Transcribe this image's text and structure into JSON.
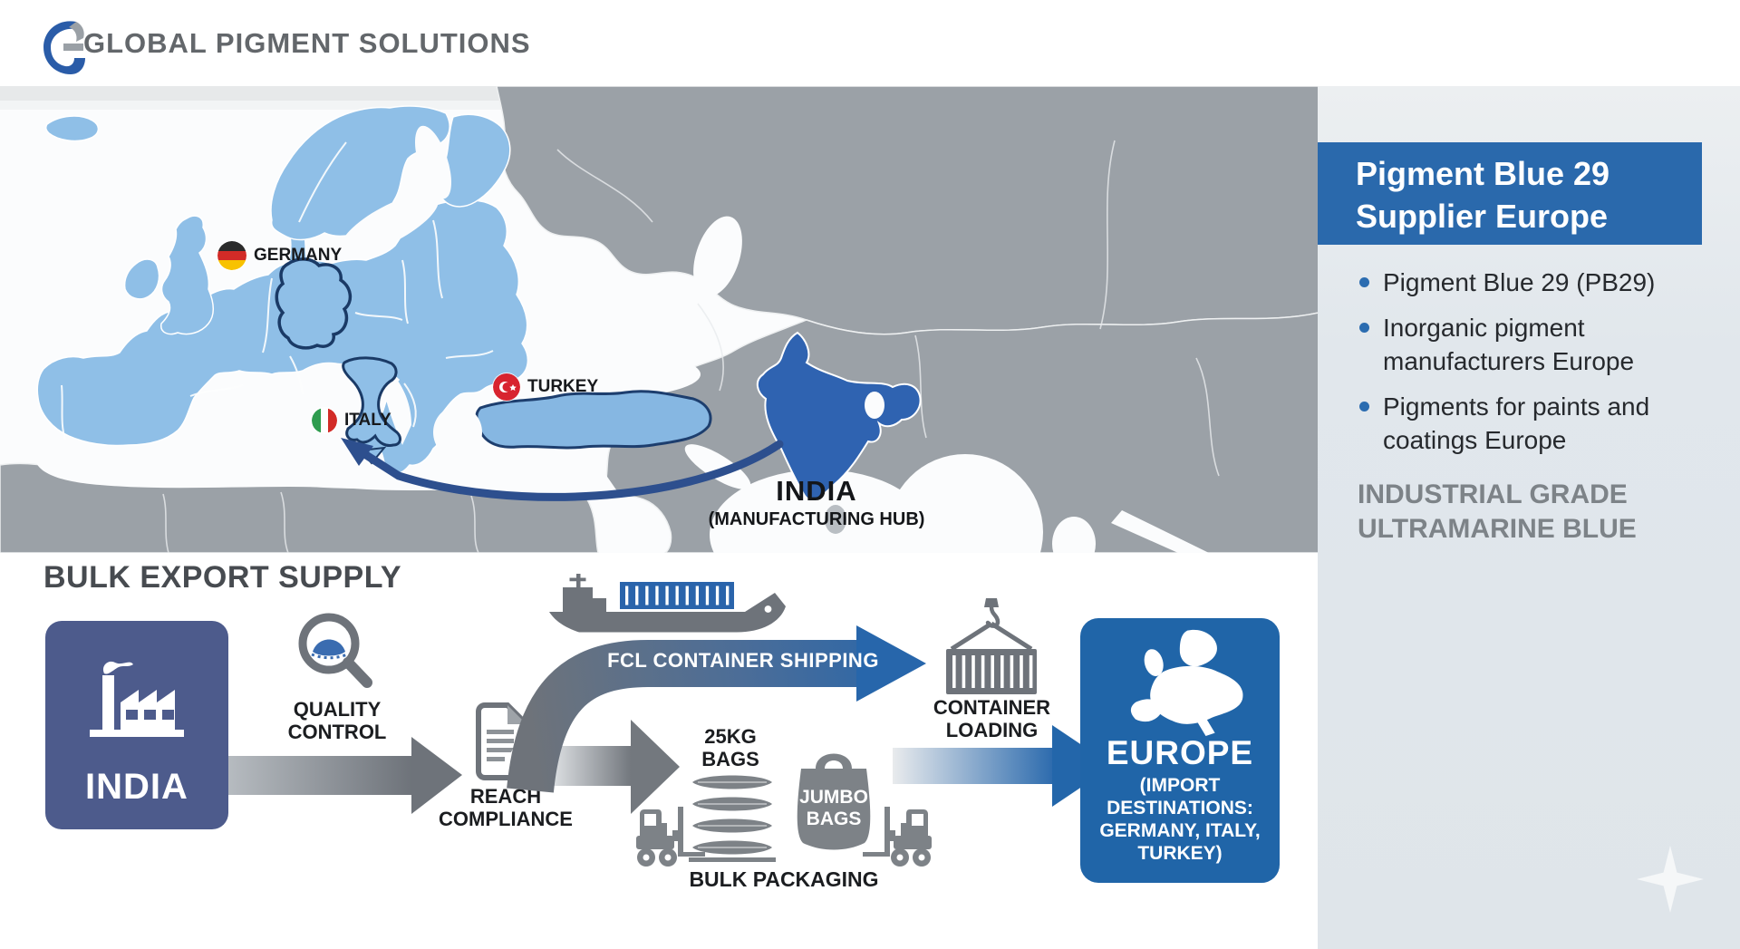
{
  "header": {
    "brand": "GLOBAL PIGMENT SOLUTIONS"
  },
  "map": {
    "germany": "GERMANY",
    "italy": "ITALY",
    "turkey": "TURKEY",
    "india": "INDIA",
    "india_subtitle": "(MANUFACTURING HUB)"
  },
  "sidebar": {
    "title": "Pigment Blue 29\nSupplier Europe",
    "bullets": [
      "Pigment Blue 29 (PB29)",
      "Inorganic pigment manufacturers Europe",
      "Pigments for paints and coatings Europe"
    ],
    "note": "INDUSTRIAL GRADE\nULTRAMARINE BLUE"
  },
  "flow": {
    "heading": "BULK EXPORT SUPPLY",
    "source": "INDIA",
    "quality": "QUALITY\nCONTROL",
    "reach": "REACH\nCOMPLIANCE",
    "fcl": "FCL CONTAINER SHIPPING",
    "bags25": "25KG\nBAGS",
    "jumbo": "JUMBO\nBAGS",
    "bulk_packaging": "BULK PACKAGING",
    "container_loading": "CONTAINER\nLOADING",
    "europe": "EUROPE",
    "europe_subtitle": "(IMPORT\nDESTINATIONS:\nGERMANY, ITALY,\nTURKEY)"
  },
  "colors": {
    "accent_blue": "#2a69ac",
    "map_europe_blue": "#8fbfe7",
    "map_india_blue": "#2f63b1",
    "map_land_gray": "#9ba1a7",
    "india_box_blue": "#4d5b8c",
    "europe_box_blue": "#2065a8",
    "arrow_gray": "#70757b"
  }
}
